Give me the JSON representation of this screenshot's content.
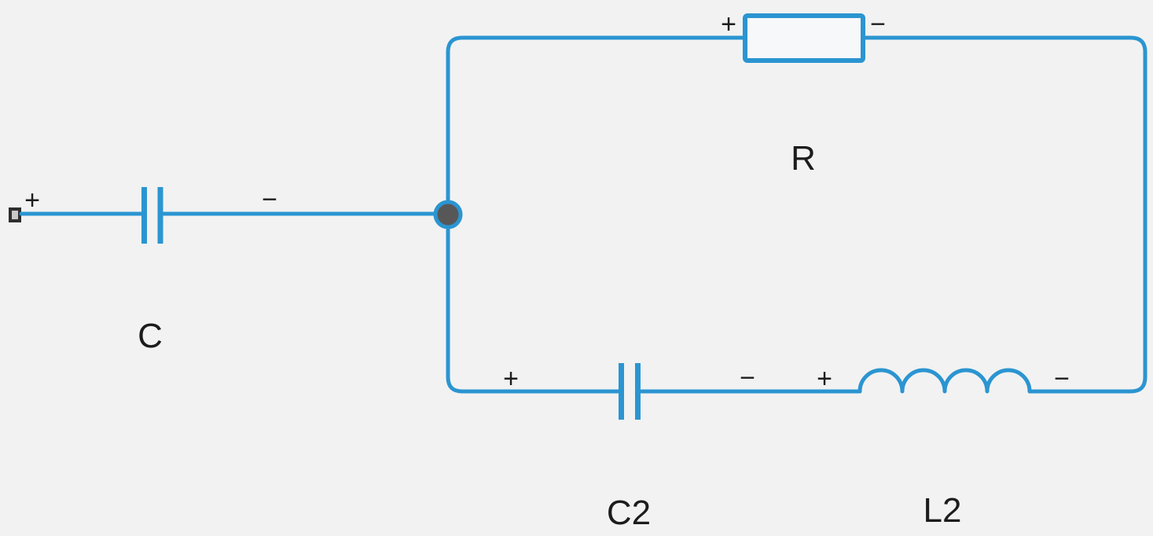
{
  "diagram_type": "circuit-schematic",
  "colors": {
    "background": "#f2f2f2",
    "wire": "#2b95d1",
    "text": "#1c1c1c",
    "node_fill": "#575757",
    "component_fill": "#f7f8f9",
    "terminal_fill": "#c9c9c9",
    "terminal_border": "#2e2e2e"
  },
  "components": {
    "c1": {
      "type": "capacitor",
      "label": "C",
      "plus": "+",
      "minus": "−"
    },
    "r": {
      "type": "resistor",
      "label": "R",
      "plus": "+",
      "minus": "−"
    },
    "c2": {
      "type": "capacitor",
      "label": "C2",
      "plus": "+",
      "minus": "−"
    },
    "l2": {
      "type": "inductor",
      "label": "L2",
      "plus": "+",
      "minus": "−"
    }
  }
}
